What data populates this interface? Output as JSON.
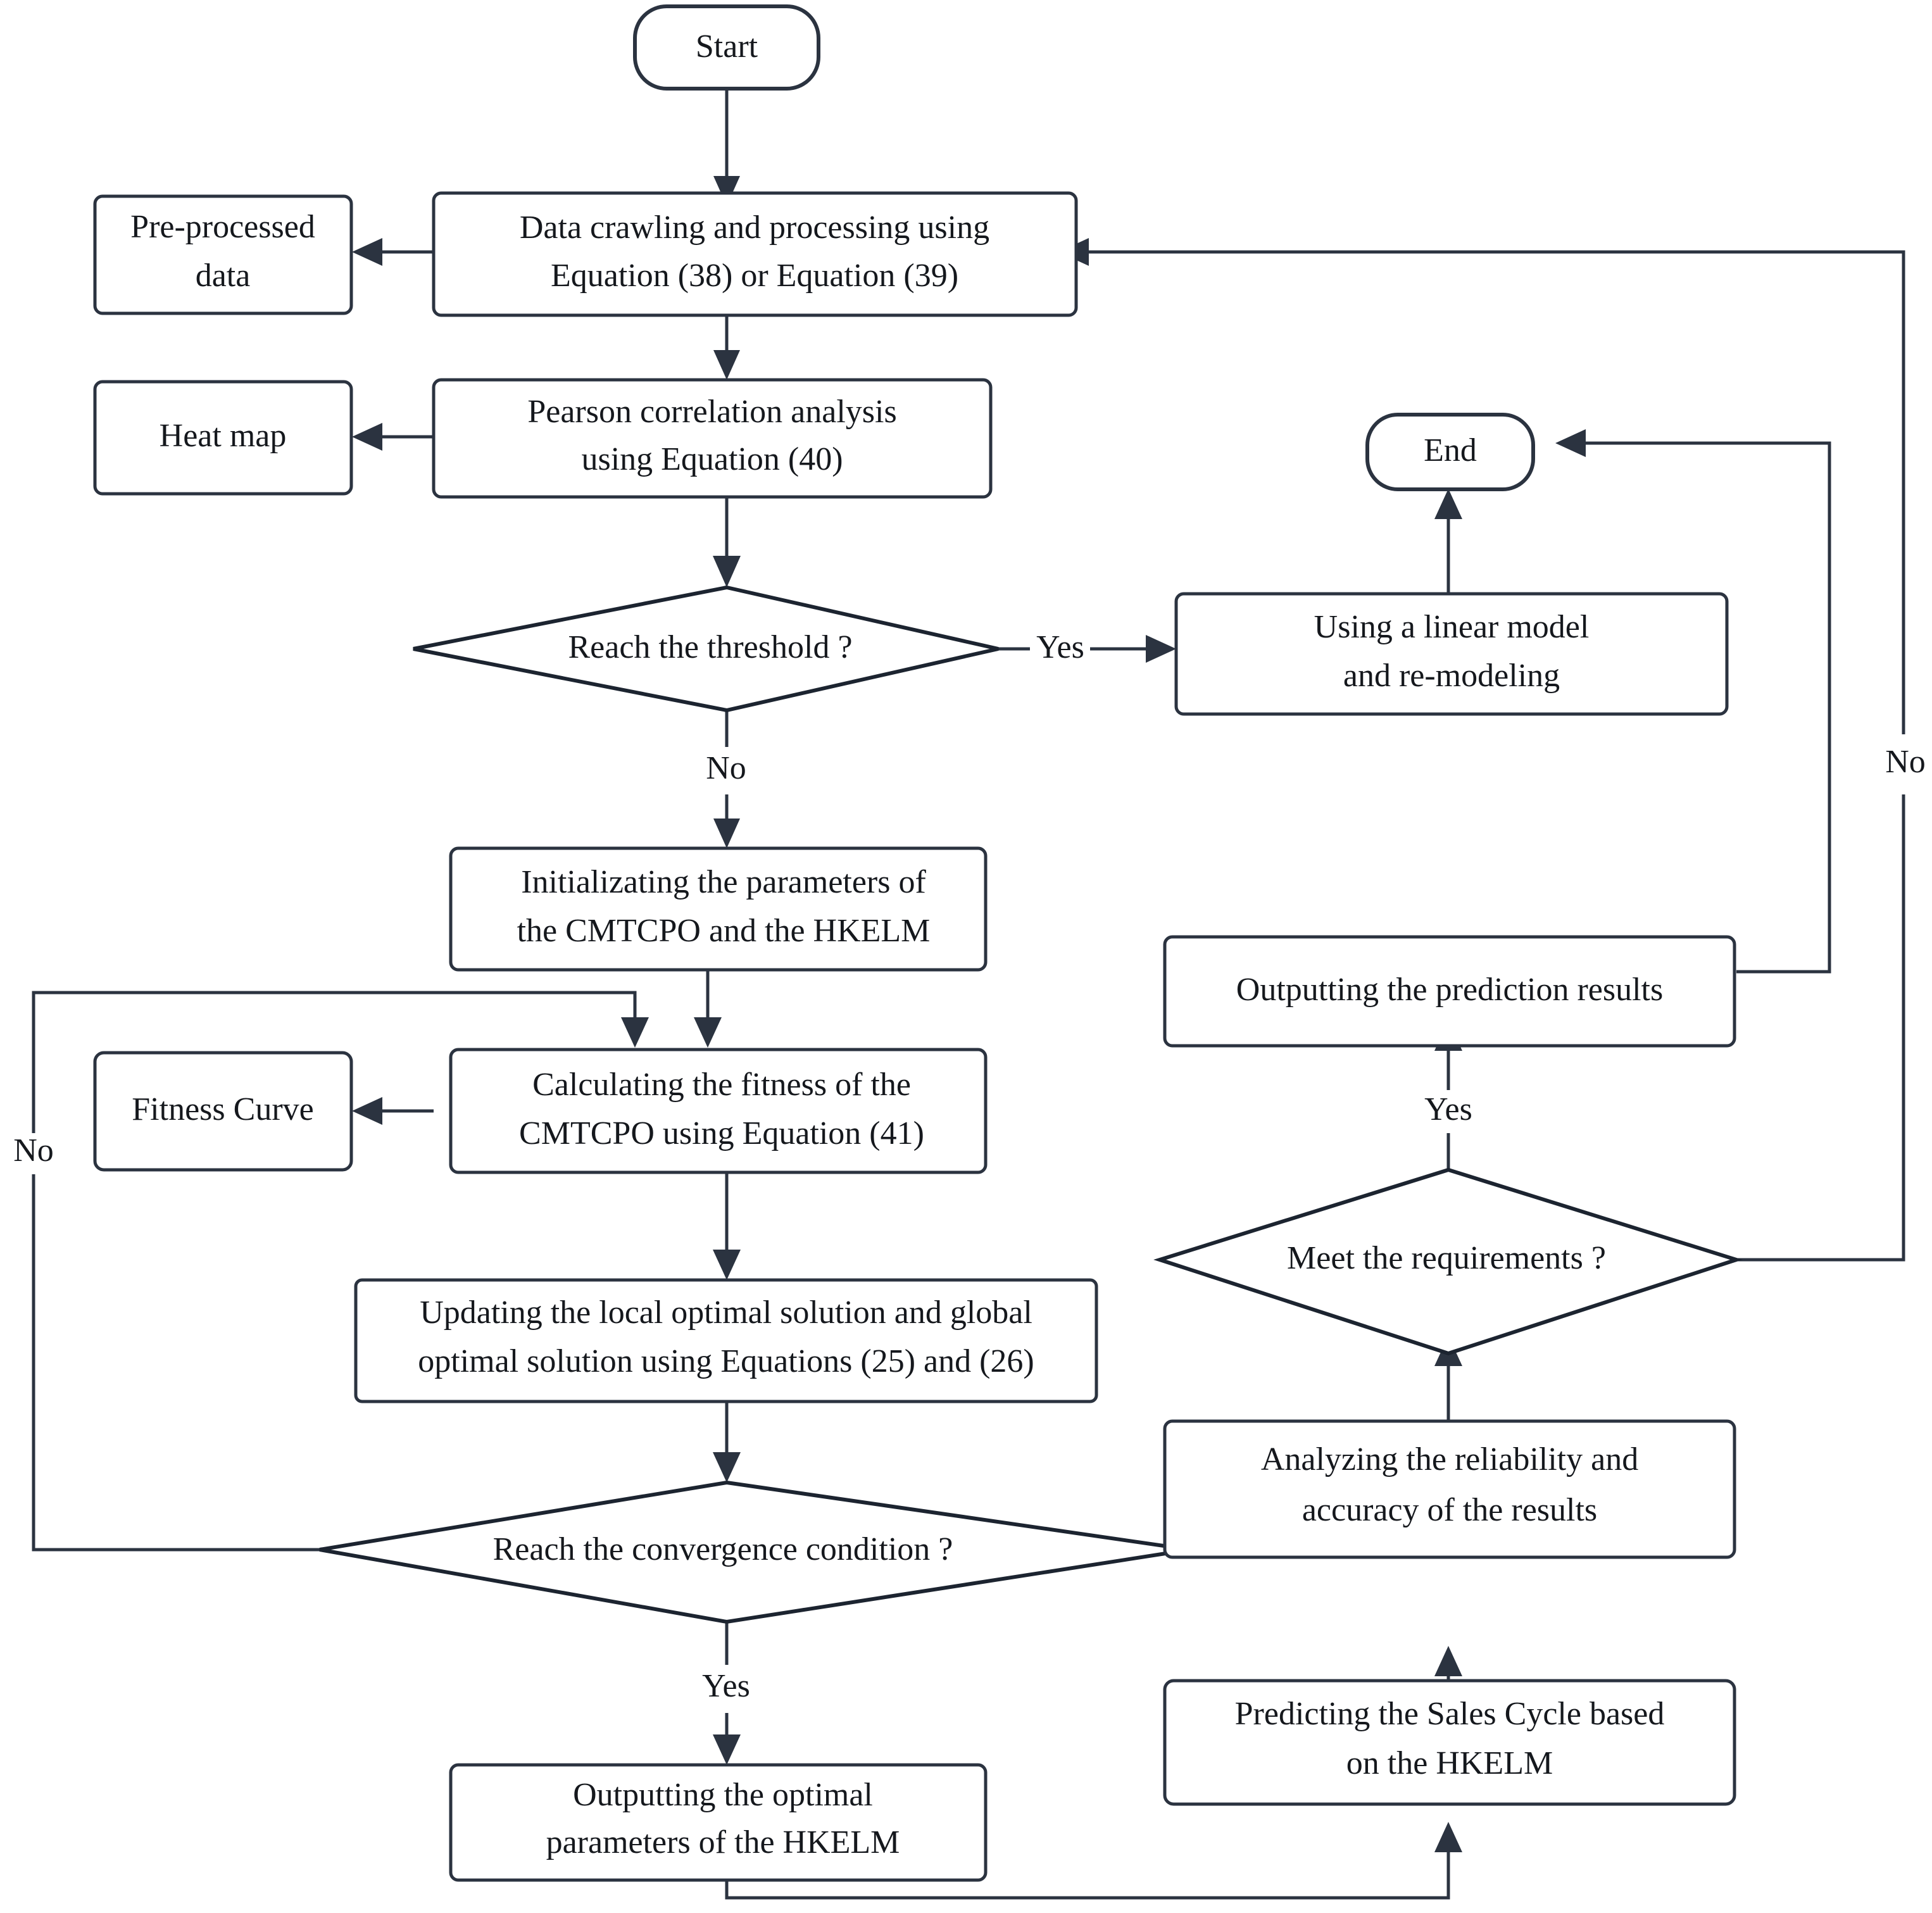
{
  "diagram": {
    "type": "flowchart",
    "title": "",
    "colors": {
      "stroke": "#2b3340",
      "fill": "#ffffff",
      "text": "#15181d"
    },
    "nodes": {
      "start": {
        "label": "Start",
        "shape": "terminator"
      },
      "data_crawling": {
        "label_line1": "Data crawling and processing using",
        "label_line2": "Equation (38) or Equation (39)",
        "shape": "process"
      },
      "pre_processed": {
        "label_line1": "Pre-processed",
        "label_line2": "data",
        "shape": "process"
      },
      "pearson": {
        "label_line1": "Pearson correlation analysis",
        "label_line2": "using Equation (40)",
        "shape": "process"
      },
      "heat_map": {
        "label_line1": "Heat map",
        "shape": "process"
      },
      "threshold": {
        "label": "Reach the threshold ?",
        "shape": "decision"
      },
      "linear_model": {
        "label_line1": "Using a linear model",
        "label_line2": "and re-modeling",
        "shape": "process"
      },
      "end": {
        "label": "End",
        "shape": "terminator"
      },
      "initializing": {
        "label_line1": "Initializating the parameters of",
        "label_line2": "the CMTCPO and the HKELM",
        "shape": "process"
      },
      "calculating": {
        "label_line1": "Calculating the fitness of the",
        "label_line2": "CMTCPO using Equation (41)",
        "shape": "process"
      },
      "fitness_curve": {
        "label_line1": "Fitness Curve",
        "shape": "process"
      },
      "updating": {
        "label_line1": "Updating the local optimal solution and global",
        "label_line2": "optimal solution using Equations (25) and (26)",
        "shape": "process"
      },
      "convergence": {
        "label": "Reach the convergence condition ?",
        "shape": "decision"
      },
      "output_params": {
        "label_line1": "Outputting the optimal",
        "label_line2": "parameters of the HKELM",
        "shape": "process"
      },
      "predicting": {
        "label_line1": "Predicting the Sales Cycle based",
        "label_line2": "on the HKELM",
        "shape": "process"
      },
      "analyzing": {
        "label_line1": "Analyzing the reliability and",
        "label_line2": "accuracy of the results",
        "shape": "process"
      },
      "requirements": {
        "label": "Meet the requirements ?",
        "shape": "decision"
      },
      "output_prediction": {
        "label_line1": "Outputting the prediction results",
        "shape": "process"
      }
    },
    "edge_labels": {
      "threshold_yes": "Yes",
      "threshold_no": "No",
      "convergence_yes": "Yes",
      "convergence_no": "No",
      "requirements_yes": "Yes",
      "requirements_no": "No"
    }
  }
}
